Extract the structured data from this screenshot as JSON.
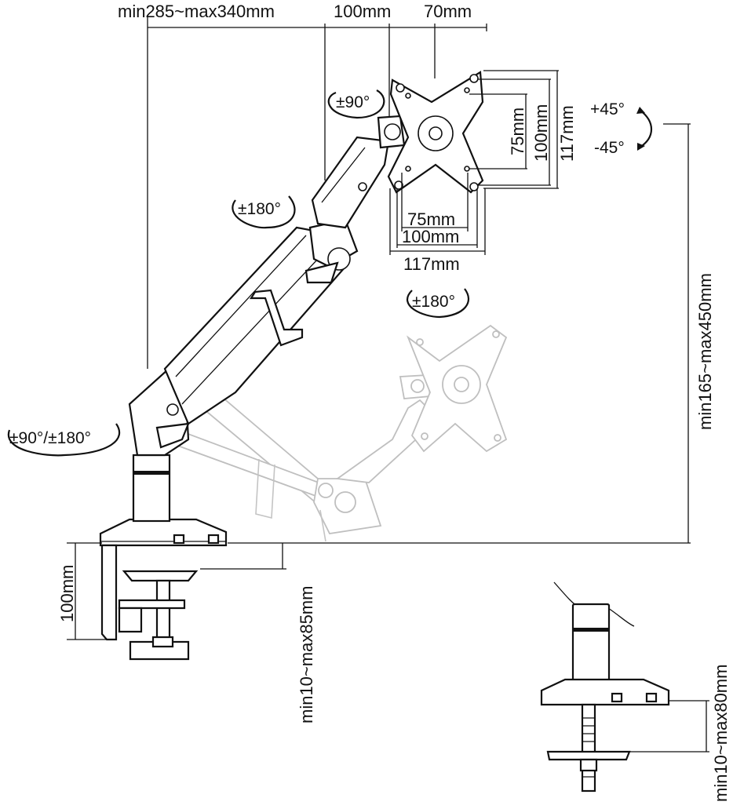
{
  "dimensions": {
    "arm_reach": "min285~max340mm",
    "pivot_offset": "100mm",
    "head_offset": "70mm",
    "vesa_h_75": "75mm",
    "vesa_h_100": "100mm",
    "vesa_h_117": "117mm",
    "vesa_v_75": "75mm",
    "vesa_v_100": "100mm",
    "vesa_v_117": "117mm",
    "height_range": "min165~max450mm",
    "clamp_height": "100mm",
    "clamp_desk": "min10~max85mm",
    "grommet_desk": "min10~max80mm"
  },
  "rotations": {
    "tilt_up": "+45°",
    "tilt_down": "-45°",
    "head_swivel": "±90°",
    "forearm_swivel": "±180°",
    "screen_rotate": "±180°",
    "base_swivel": "±90°/±180°"
  },
  "colors": {
    "line": "#111111",
    "ghost": "#c0c0c0",
    "background": "#ffffff"
  }
}
